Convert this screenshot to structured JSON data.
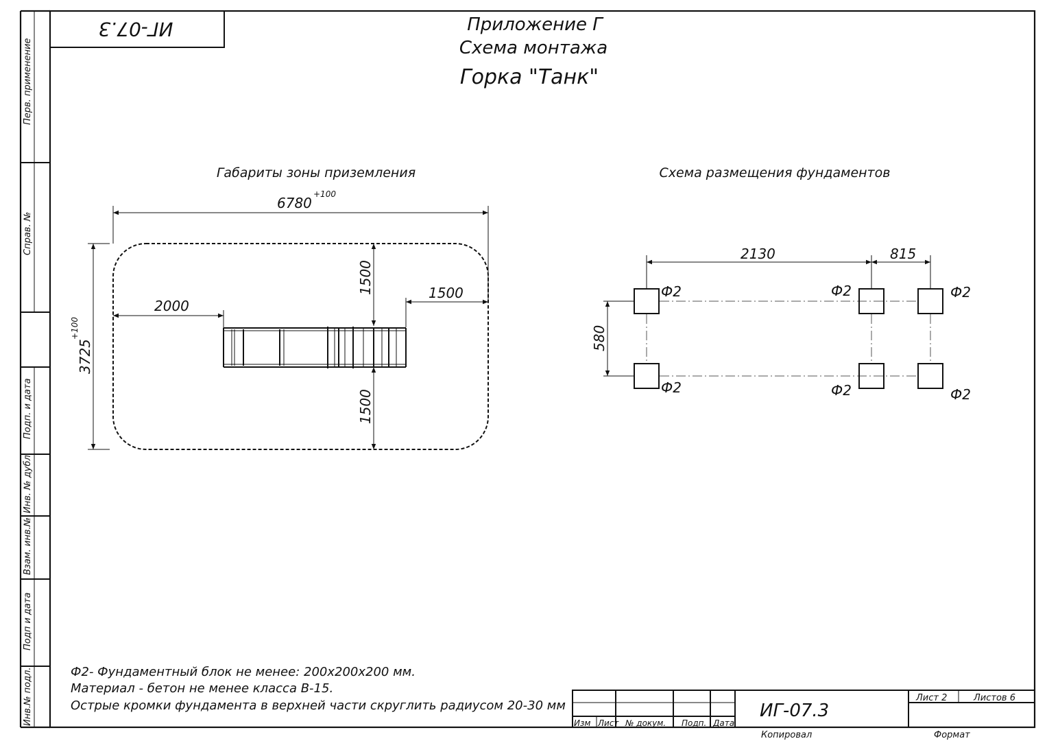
{
  "header": {
    "stamp_code": "ИГ-07.3",
    "appendix": "Приложение Г",
    "scheme": "Схема монтажа",
    "product": "Горка \"Танк\""
  },
  "left_strip": {
    "perv_primenenie": "Перв. применение",
    "sprav_no": "Справ. №",
    "podp_i_data_1": "Подп. и дата",
    "inv_no_dubl": "Инв. № дубл.",
    "vzam_inv_no": "Взам. инв.№",
    "podp_i_data_2": "Подп и дата",
    "inv_no_podl": "Инв.№ подл."
  },
  "landing_zone": {
    "title": "Габариты зоны приземления",
    "width_value": "6780",
    "width_tol": "+100",
    "height_value": "3725",
    "height_tol": "+100",
    "dim_left": "2000",
    "dim_right": "1500",
    "dim_top": "1500",
    "dim_bottom": "1500"
  },
  "foundations": {
    "title": "Схема размещения фундаментов",
    "dim_span_1": "2130",
    "dim_span_2": "815",
    "dim_height": "580",
    "mark": "Ф2"
  },
  "notes": {
    "line1": "Ф2- Фундаментный блок не менее: 200х200х200 мм.",
    "line2": "Материал - бетон не менее класса В-15.",
    "line3": "Острые кромки фундамента в верхней части скруглить радиусом 20-30 мм"
  },
  "title_block": {
    "izm": "Изм",
    "list": "Лист",
    "no_dokum": "№ докум.",
    "podp": "Подп.",
    "data": "Дата",
    "code": "ИГ-07.3",
    "sheet": "Лист 2",
    "sheets": "Листов 6",
    "kopiroval": "Копировал",
    "format": "Формат"
  }
}
